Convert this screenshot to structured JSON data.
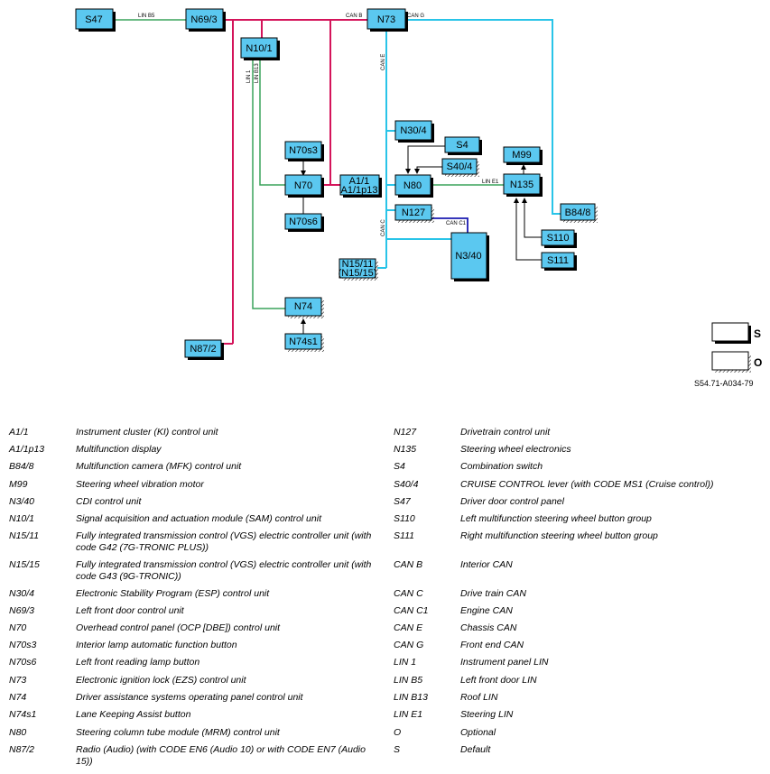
{
  "diagram": {
    "reference": "S54.71-A034-79",
    "legend_marks": {
      "standard": "S",
      "optional": "O"
    },
    "colors": {
      "node_fill": "#5bc8f0",
      "can_b": "#d4145a",
      "can_e_g_c": "#29c4e8",
      "can_c1": "#1a1ab0",
      "lin": "#3aa35c",
      "link": "#000000"
    },
    "nodes": {
      "S47": "S47",
      "N69_3": "N69/3",
      "N73": "N73",
      "N10_1": "N10/1",
      "N70s3": "N70s3",
      "N70": "N70",
      "A1_1": "A1/1",
      "A1_1p13": "A1/1p13",
      "N70s6": "N70s6",
      "N30_4": "N30/4",
      "S4": "S4",
      "S40_4": "S40/4",
      "N80": "N80",
      "M99": "M99",
      "N135": "N135",
      "N127": "N127",
      "B84_8": "B84/8",
      "N3_40": "N3/40",
      "N15_11": "N15/11",
      "N15_15": "(N15/15)",
      "S110": "S110",
      "S111": "S111",
      "N74": "N74",
      "N74s1": "N74s1",
      "N87_2": "N87/2"
    },
    "buses": {
      "lin_b5": "LIN B5",
      "can_b": "CAN B",
      "can_g": "CAN G",
      "can_e": "CAN E",
      "lin_1": "LIN 1",
      "lin_b13": "LIN B13",
      "lin_e1": "LIN E1",
      "can_c": "CAN C",
      "can_c1": "CAN C1"
    }
  },
  "legend": {
    "left": [
      {
        "code": "A1/1",
        "desc": "Instrument cluster (KI) control unit"
      },
      {
        "code": "A1/1p13",
        "desc": "Multifunction display"
      },
      {
        "code": "B84/8",
        "desc": "Multifunction camera (MFK) control unit"
      },
      {
        "code": "M99",
        "desc": "Steering wheel vibration motor"
      },
      {
        "code": "N3/40",
        "desc": "CDI control unit"
      },
      {
        "code": "N10/1",
        "desc": "Signal acquisition and actuation module (SAM) control unit"
      },
      {
        "code": "N15/11",
        "desc": "Fully integrated transmission control (VGS) electric controller unit (with code G42 (7G-TRONIC PLUS))"
      },
      {
        "code": "N15/15",
        "desc": "Fully integrated transmission control (VGS) electric controller unit (with code G43 (9G-TRONIC))"
      },
      {
        "code": "N30/4",
        "desc": "Electronic Stability Program (ESP) control unit"
      },
      {
        "code": "N69/3",
        "desc": "Left front door control unit"
      },
      {
        "code": "N70",
        "desc": "Overhead control panel (OCP [DBE]) control unit"
      },
      {
        "code": "N70s3",
        "desc": "Interior lamp automatic function button"
      },
      {
        "code": "N70s6",
        "desc": "Left front reading lamp button"
      },
      {
        "code": "N73",
        "desc": "Electronic ignition lock (EZS) control unit"
      },
      {
        "code": "N74",
        "desc": "Driver assistance systems operating panel control unit"
      },
      {
        "code": "N74s1",
        "desc": "Lane Keeping Assist button"
      },
      {
        "code": "N80",
        "desc": "Steering column tube module (MRM) control unit"
      },
      {
        "code": "N87/2",
        "desc": "Radio (Audio) (with CODE EN6 (Audio 10) or with CODE EN7 (Audio 15))"
      }
    ],
    "right": [
      {
        "code": "N127",
        "desc": "Drivetrain control unit"
      },
      {
        "code": "N135",
        "desc": "Steering wheel electronics"
      },
      {
        "code": "S4",
        "desc": "Combination switch"
      },
      {
        "code": "S40/4",
        "desc": "CRUISE CONTROL lever (with CODE MS1 (Cruise control))"
      },
      {
        "code": "S47",
        "desc": "Driver door control panel"
      },
      {
        "code": "S110",
        "desc": "Left multifunction steering wheel button group"
      },
      {
        "code": "S111",
        "desc": "Right multifunction steering wheel button group"
      },
      {
        "code": "CAN B",
        "desc": "Interior CAN"
      },
      {
        "code": "CAN C",
        "desc": "Drive train CAN"
      },
      {
        "code": "CAN C1",
        "desc": "Engine CAN"
      },
      {
        "code": "CAN E",
        "desc": "Chassis CAN"
      },
      {
        "code": "CAN G",
        "desc": "Front end CAN"
      },
      {
        "code": "LIN 1",
        "desc": "Instrument panel LIN"
      },
      {
        "code": "LIN B5",
        "desc": "Left front door LIN"
      },
      {
        "code": "LIN B13",
        "desc": "Roof LIN"
      },
      {
        "code": "LIN E1",
        "desc": "Steering LIN"
      },
      {
        "code": "O",
        "desc": "Optional"
      },
      {
        "code": "S",
        "desc": "Default"
      }
    ]
  }
}
